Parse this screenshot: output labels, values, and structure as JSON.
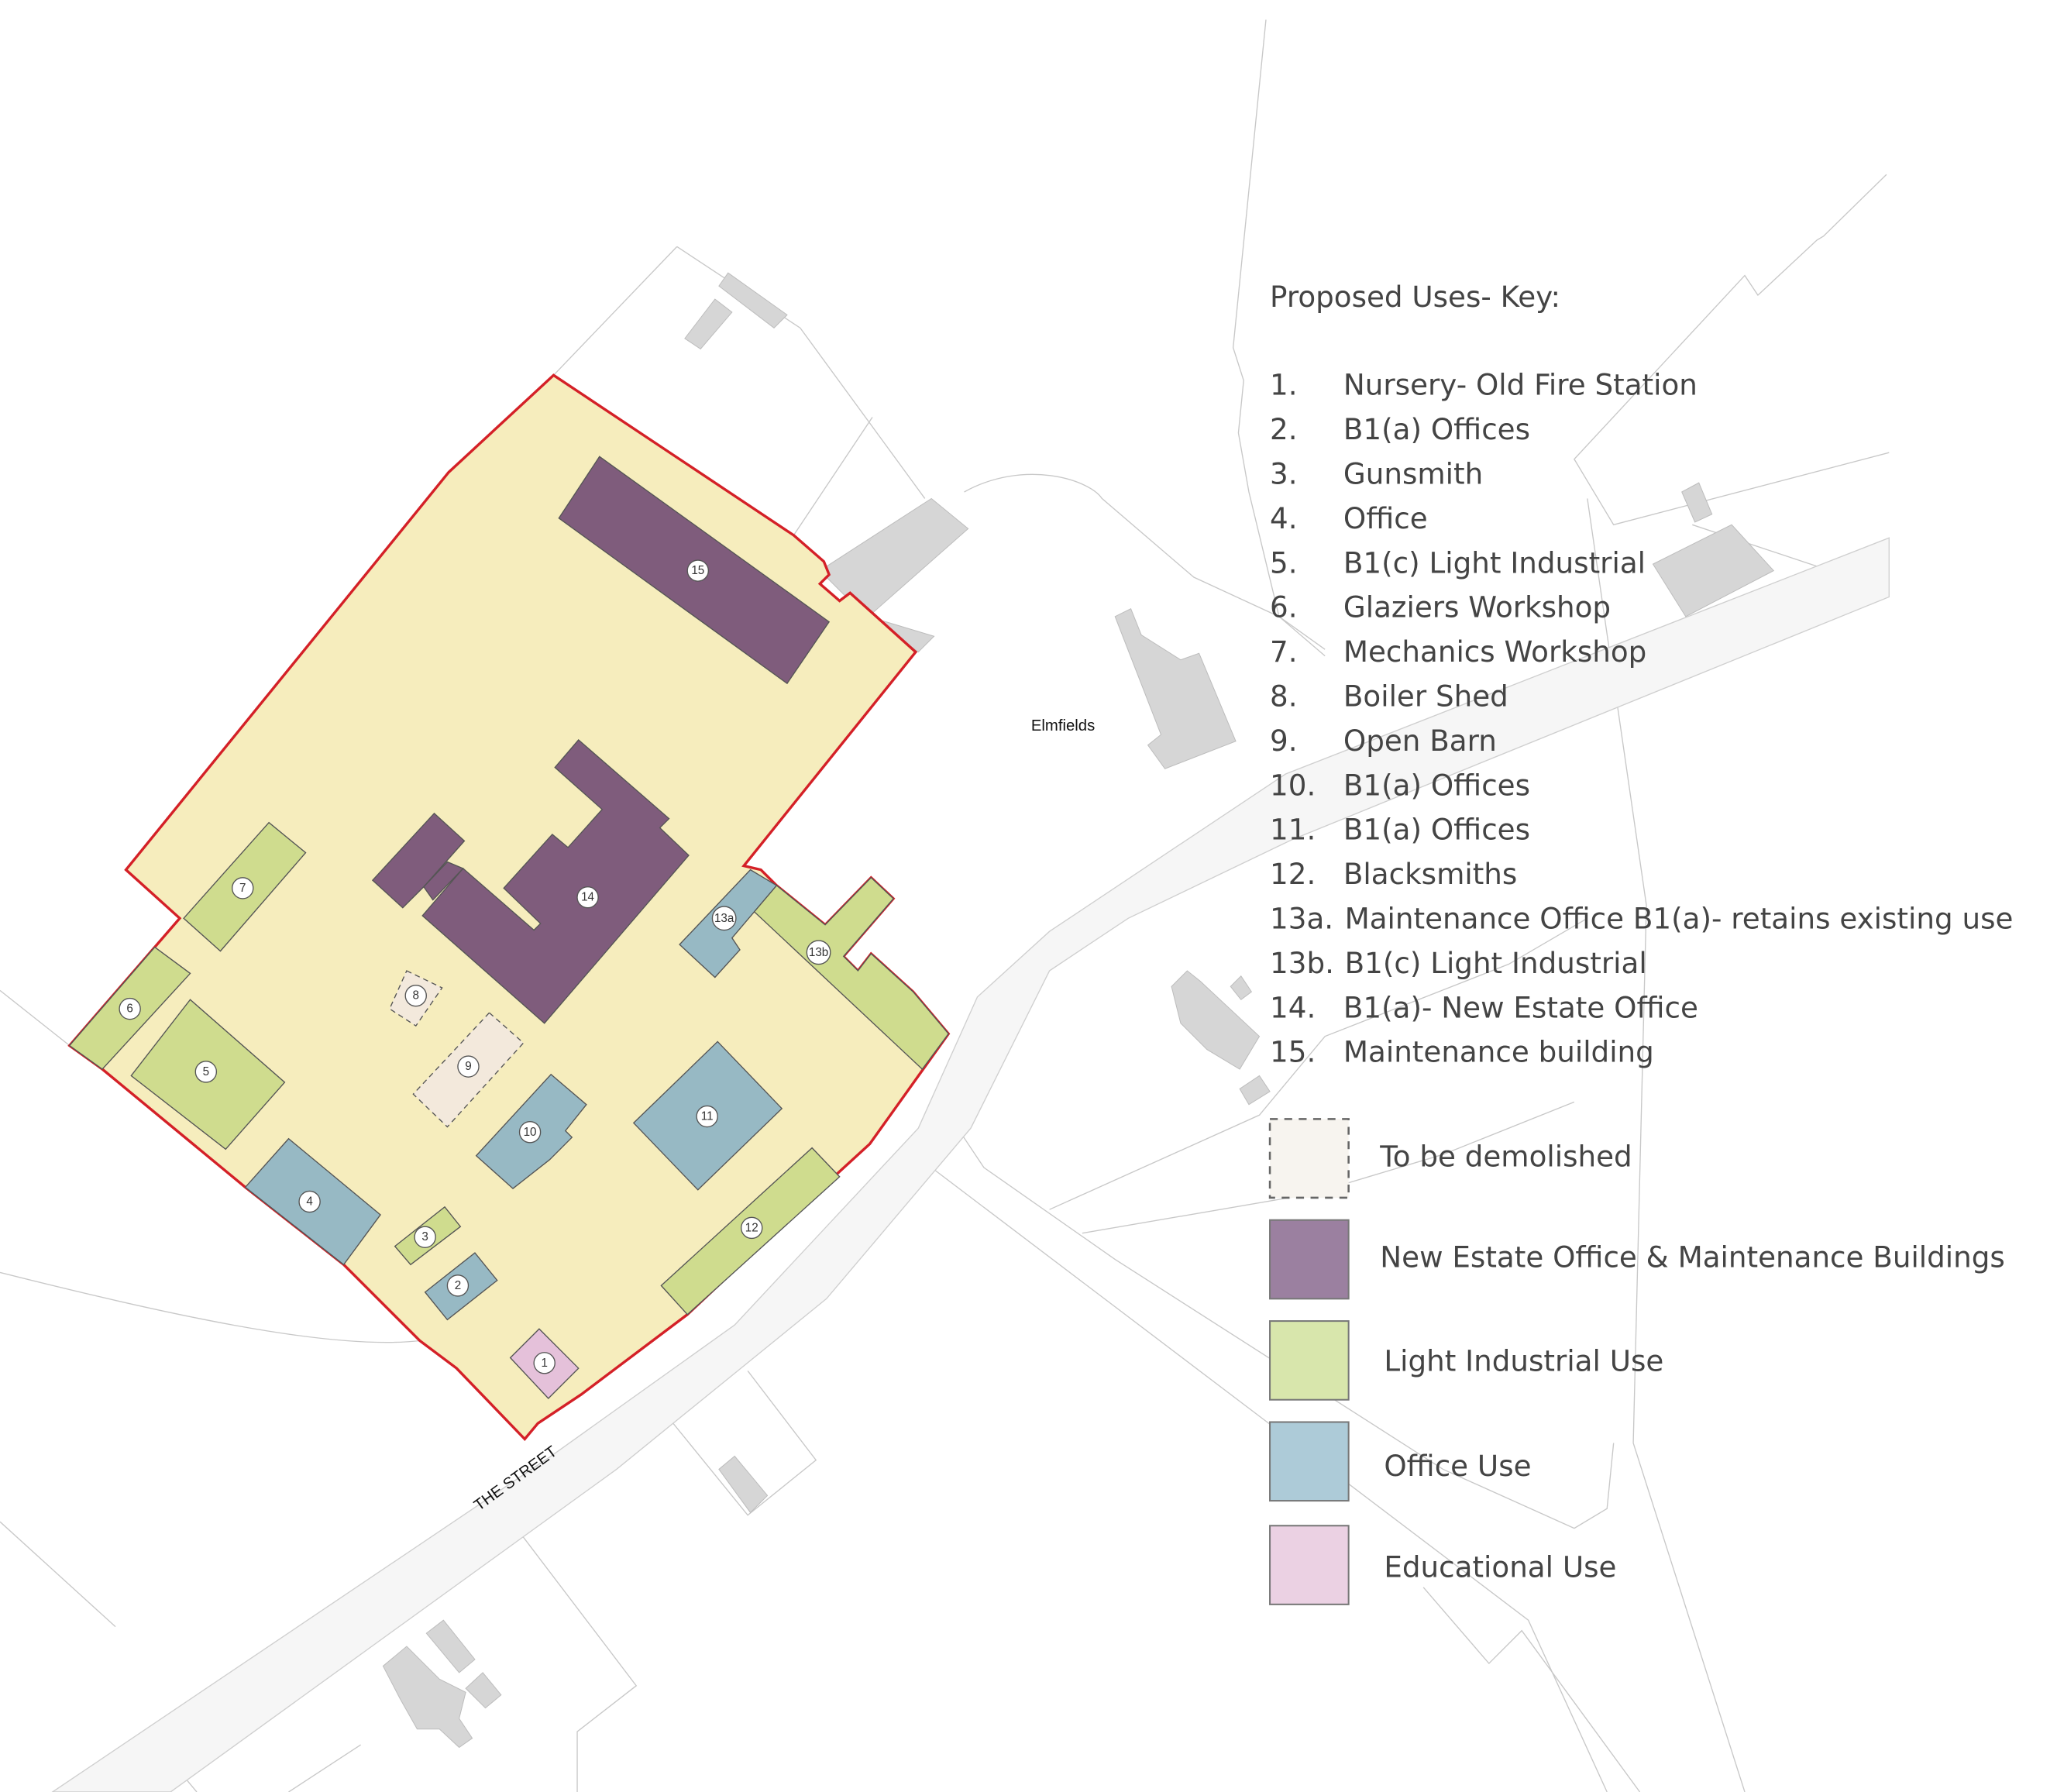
{
  "map": {
    "place_label": "Elmfields",
    "road_label": "THE STREET"
  },
  "buildings": [
    {
      "id": "1",
      "use": "educational"
    },
    {
      "id": "2",
      "use": "office"
    },
    {
      "id": "3",
      "use": "light-industrial"
    },
    {
      "id": "4",
      "use": "office"
    },
    {
      "id": "5",
      "use": "light-industrial"
    },
    {
      "id": "6",
      "use": "light-industrial"
    },
    {
      "id": "7",
      "use": "light-industrial"
    },
    {
      "id": "8",
      "use": "demolish"
    },
    {
      "id": "9",
      "use": "demolish"
    },
    {
      "id": "10",
      "use": "office"
    },
    {
      "id": "11",
      "use": "office"
    },
    {
      "id": "12",
      "use": "light-industrial"
    },
    {
      "id": "13a",
      "use": "office"
    },
    {
      "id": "13b",
      "use": "light-industrial"
    },
    {
      "id": "14",
      "use": "new-estate"
    },
    {
      "id": "15",
      "use": "new-estate"
    }
  ],
  "key": {
    "title": "Proposed Uses- Key:",
    "items": [
      {
        "num": "1.",
        "label": "Nursery- Old Fire Station"
      },
      {
        "num": "2.",
        "label": "B1(a) Offices"
      },
      {
        "num": "3.",
        "label": "Gunsmith"
      },
      {
        "num": "4.",
        "label": "Office"
      },
      {
        "num": "5.",
        "label": "B1(c) Light Industrial"
      },
      {
        "num": "6.",
        "label": "Glaziers Workshop"
      },
      {
        "num": "7.",
        "label": "Mechanics Workshop"
      },
      {
        "num": "8.",
        "label": "Boiler Shed"
      },
      {
        "num": "9.",
        "label": "Open Barn"
      },
      {
        "num": "10.",
        "label": "B1(a) Offices"
      },
      {
        "num": "11.",
        "label": "B1(a) Offices"
      },
      {
        "num": "12.",
        "label": "Blacksmiths"
      },
      {
        "num": "13a.",
        "label": "Maintenance Office B1(a)- retains existing use"
      },
      {
        "num": "13b.",
        "label": "B1(c) Light Industrial"
      },
      {
        "num": "14.",
        "label": "B1(a)- New Estate Office"
      },
      {
        "num": "15.",
        "label": "Maintenance building"
      }
    ]
  },
  "legend": [
    {
      "label": "To be demolished",
      "color": "#f7f4ef"
    },
    {
      "label": "New Estate Office & Maintenance Buildings",
      "color": "#9b80a0"
    },
    {
      "label": "Light Industrial Use",
      "color": "#d8e6ac"
    },
    {
      "label": "Office Use",
      "color": "#adcbd8"
    },
    {
      "label": "Educational Use",
      "color": "#ebd1e3"
    }
  ],
  "colors": {
    "site": "#f6edbd",
    "boundary": "#d42027",
    "new_estate": "#7f5c7c",
    "light_industrial": "#cfdc8e",
    "office": "#97b9c4",
    "educational": "#e5c1da",
    "demolish": "#f3e9dc"
  }
}
